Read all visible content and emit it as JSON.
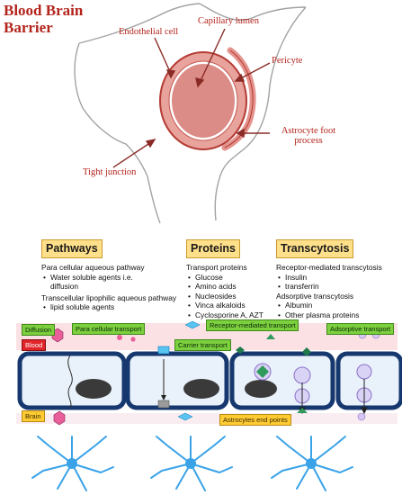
{
  "title": {
    "line1": "Blood Brain",
    "line2": "Barrier"
  },
  "top_labels": {
    "endothelial": "Endothelial cell",
    "capillary": "Capillary lumen",
    "pericyte": "Pericyte",
    "astro1": "Astrocyte foot",
    "astro2": "process",
    "tight": "Tight junction"
  },
  "pathways": {
    "header": "Pathways",
    "item1": "Para cellular aqueous pathway",
    "bullets1": [
      "Water soluble agents i.e.",
      "diffusion"
    ],
    "item2": "Transcellular lipophilic aqueous pathway",
    "bullets2": [
      "lipid soluble agents"
    ]
  },
  "proteins": {
    "header": "Proteins",
    "item1": "Transport proteins",
    "bullets": [
      "Glucose",
      "Amino acids",
      "Nucleosides",
      "Vinca alkaloids",
      "Cyclosporine A, AZT"
    ]
  },
  "transcytosis": {
    "header": "Transcytosis",
    "item1": "Receptor-mediated transcytosis",
    "bullets1": [
      "Insulin",
      "transferrin"
    ],
    "item2": "Adsorptive transcytosis",
    "bullets2": [
      "Albumin",
      "Other plasma proteins"
    ]
  },
  "diagram_tags": {
    "diffusion": "Diffusion",
    "paracellular": "Para cellular transport",
    "receptor": "Receptor-mediated transport",
    "adsorptive": "Adsorptive transport",
    "blood": "Blood",
    "carrier": "Carrier transport",
    "brain": "Brain",
    "astro_end": "Astrocytes end points"
  },
  "colors": {
    "title_red": "#b3241c",
    "header_yellow": "#ffe08a",
    "green_tag": "#7ccf3d",
    "yellow_tag": "#ffcb33",
    "cell_blue": "#16386e",
    "astrocyte_blue": "#3aa3e8"
  }
}
